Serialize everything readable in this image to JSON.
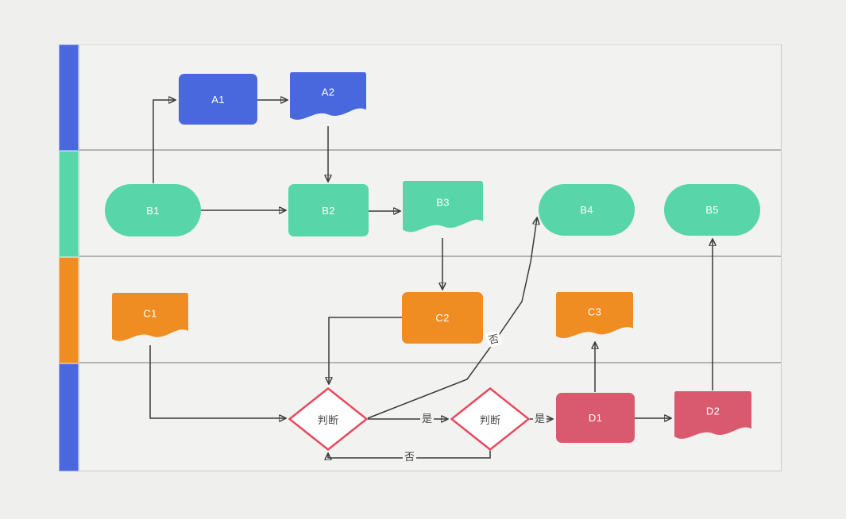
{
  "diagram": {
    "type": "swimlane-flowchart",
    "lane_count": 4
  },
  "colors": {
    "lane1": "#4a68de",
    "lane2": "#58d6aa",
    "lane3": "#f08d22",
    "lane4": "#4a68de",
    "blue": "#4a68de",
    "green": "#58d6aa",
    "orange": "#f08d22",
    "rose": "#d95a6e",
    "decision_border": "#e6495c",
    "connector": "#3a3a3a",
    "lane_fill": "#f2f2f1",
    "page_bg": "#efefed"
  },
  "nodes": {
    "a1": {
      "label": "A1",
      "type": "process",
      "color": "#4a68de"
    },
    "a2": {
      "label": "A2",
      "type": "document",
      "color": "#4a68de"
    },
    "b1": {
      "label": "B1",
      "type": "terminator",
      "color": "#58d6aa"
    },
    "b2": {
      "label": "B2",
      "type": "process",
      "color": "#58d6aa"
    },
    "b3": {
      "label": "B3",
      "type": "document",
      "color": "#58d6aa"
    },
    "b4": {
      "label": "B4",
      "type": "terminator",
      "color": "#58d6aa"
    },
    "b5": {
      "label": "B5",
      "type": "terminator",
      "color": "#58d6aa"
    },
    "c1": {
      "label": "C1",
      "type": "document",
      "color": "#f08d22"
    },
    "c2": {
      "label": "C2",
      "type": "process",
      "color": "#f08d22"
    },
    "c3": {
      "label": "C3",
      "type": "document",
      "color": "#f08d22"
    },
    "d1": {
      "label": "D1",
      "type": "process",
      "color": "#d95a6e"
    },
    "d2": {
      "label": "D2",
      "type": "document",
      "color": "#d95a6e"
    },
    "j1": {
      "label": "判断",
      "type": "decision",
      "border": "#e6495c",
      "fill": "#ffffff"
    },
    "j2": {
      "label": "判断",
      "type": "decision",
      "border": "#e6495c",
      "fill": "#ffffff"
    }
  },
  "edge_labels": {
    "yes1": "是",
    "yes2": "是",
    "no_to_b4": "否",
    "no_loop": "否"
  }
}
